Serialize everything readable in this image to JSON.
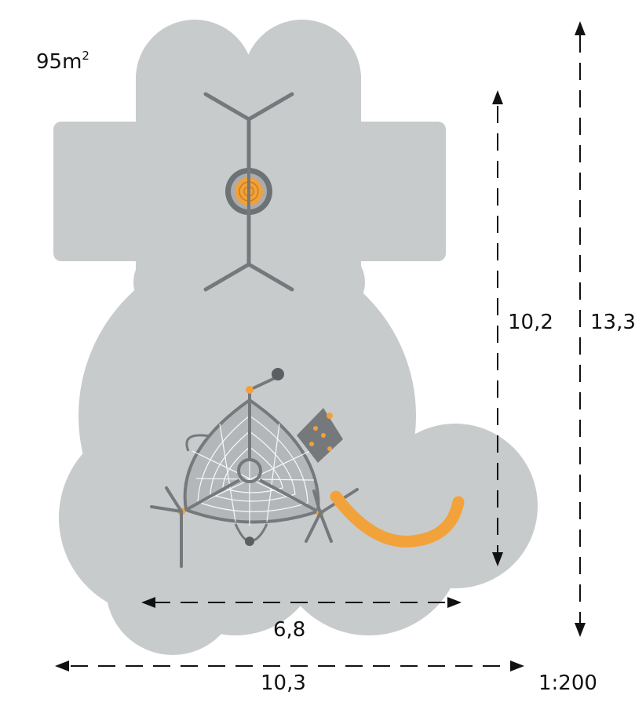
{
  "plan": {
    "area": {
      "value": "95m",
      "unit_exponent": "2"
    },
    "scale": "1:200",
    "dimensions": {
      "overall_width": "10,3",
      "overall_depth": "13,3",
      "equipment_width": "6,8",
      "equipment_depth": "10,2"
    }
  },
  "colors": {
    "safety_zone": "#c8cbcc",
    "equipment_steel": "#76797c",
    "accent_orange": "#f0a13a",
    "slide_orange": "#f2a23a",
    "net_white": "#ffffff",
    "dimension_line": "#111111"
  }
}
